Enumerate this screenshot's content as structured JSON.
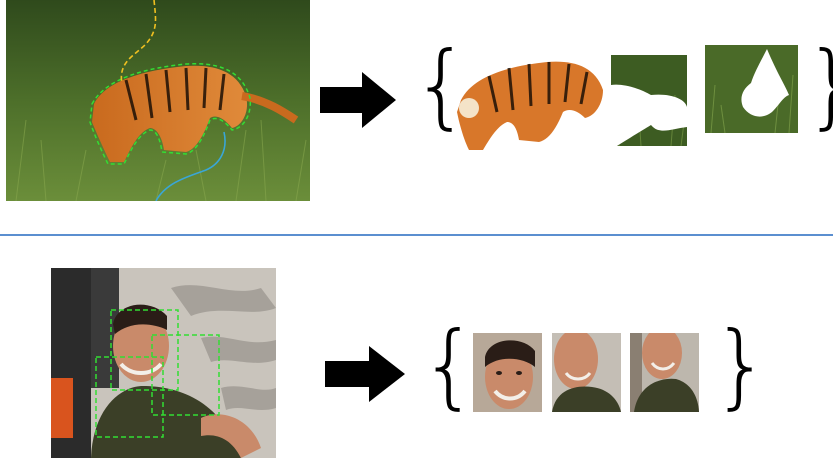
{
  "top_row": {
    "source_image": {
      "subject": "tiger-in-grass",
      "segment_outline_colors": [
        "#33dd33",
        "#f0c020",
        "#3aa6d6"
      ]
    },
    "segments": [
      "tiger-segment",
      "grass-segment-with-hole",
      "grass-patch-with-hole"
    ],
    "open_brace": "{",
    "close_brace": "}"
  },
  "bottom_row": {
    "source_image": {
      "subject": "smiling-man-photo",
      "box_color": "#33dd33"
    },
    "crops": [
      "face-crop-1",
      "face-crop-2",
      "face-crop-3"
    ],
    "open_brace": "{",
    "close_brace": "}"
  },
  "colors": {
    "divider": "#5b8fd0",
    "arrow": "#000000",
    "dashed_box": "#33dd33"
  }
}
